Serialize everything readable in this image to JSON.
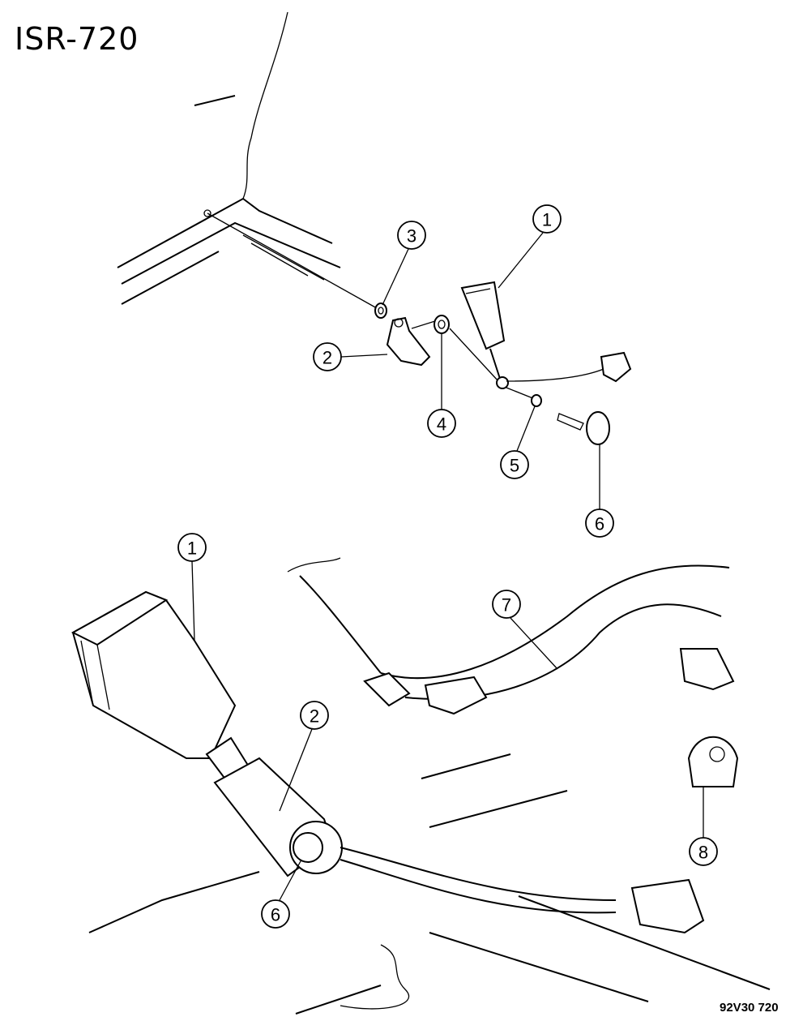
{
  "diagram": {
    "title": "ISR-720",
    "figure_code": "92V30 720",
    "callouts": {
      "buckle_top": "1",
      "bracket_top": "2",
      "washer_3": "3",
      "washer_4": "4",
      "washer_5": "5",
      "bolt_top": "6",
      "buckle_bottom": "1",
      "bracket_bottom": "2",
      "bolt_bottom": "6",
      "belt": "7",
      "cover": "8"
    }
  }
}
